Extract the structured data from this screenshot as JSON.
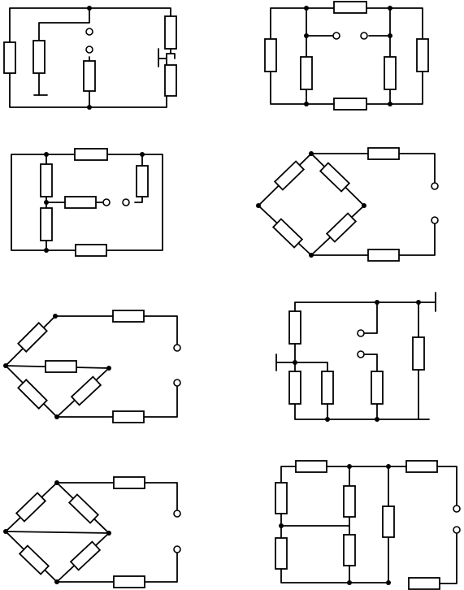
{
  "diagram": {
    "stroke_color": "#000000",
    "background": "#ffffff",
    "circuit_count": 8,
    "element_types": [
      "resistor",
      "wire",
      "junction",
      "open-terminal",
      "ground-bar"
    ]
  }
}
